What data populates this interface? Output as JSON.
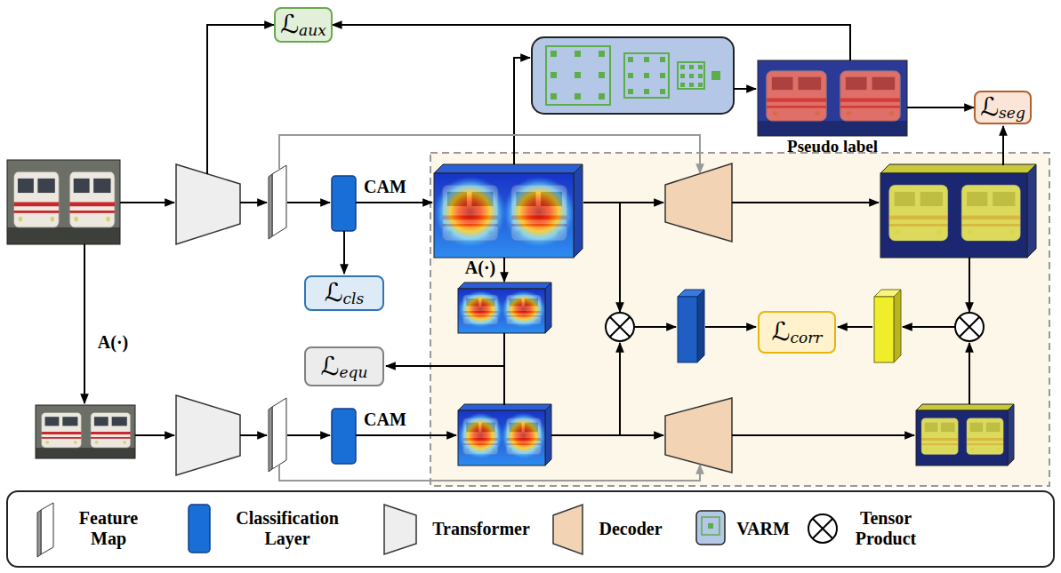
{
  "diagram": {
    "nodes": [
      {
        "text": [
          "ℒaux"
        ]
      },
      {
        "text": [
          "Pseudo label"
        ]
      },
      {
        "text": [
          "ℒseg"
        ]
      },
      {
        "text": [
          "ℒcls"
        ]
      },
      {
        "text": [
          "ℒcorr"
        ]
      },
      {
        "text": [
          "ℒequ"
        ]
      }
    ],
    "edges": [
      {
        "from": 1,
        "to": 0,
        "arrow": "to"
      },
      {
        "from": 1,
        "to": 2,
        "arrow": "to"
      }
    ],
    "labels": [
      "CAM",
      "A(·)",
      "A(·)",
      "CAM"
    ],
    "legend": [
      {
        "text": "Feature Map"
      },
      {
        "text": "Classification Layer"
      },
      {
        "text": "Transformer"
      },
      {
        "text": "Decoder"
      },
      {
        "text": "VARM"
      },
      {
        "text": "Tensor Product"
      }
    ]
  }
}
